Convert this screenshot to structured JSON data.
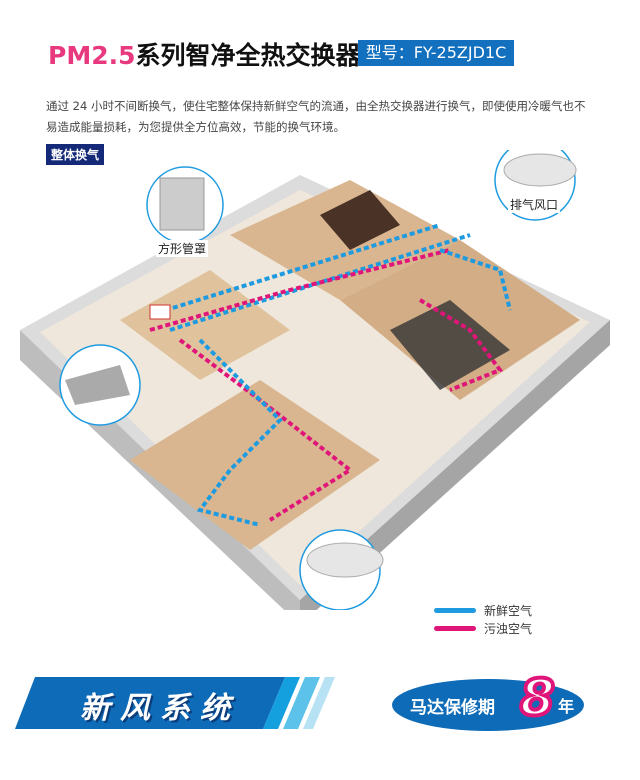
{
  "header": {
    "title_prefix": "PM2.5",
    "title_main": "系列智净全热交换器",
    "model": "型号：FY-25ZJD1C"
  },
  "description": "通过 24 小时不间断换气，使住宅整体保持新鲜空气的流通，由全热交换器进行换气，即使使用冷暖气也不易造成能量损耗，为您提供全方位高效，节能的换气环境。",
  "section_tag": "整体换气",
  "callouts": {
    "square_hood": "方形管罩",
    "exhaust_vent": "排气风口"
  },
  "legend": [
    {
      "label": "新鲜空气",
      "color": "#1e9be0"
    },
    {
      "label": "污浊空气",
      "color": "#e0157a"
    }
  ],
  "banner": {
    "text": "新风系统"
  },
  "warranty": {
    "text": "马达保修期",
    "years": "8",
    "unit": "年"
  },
  "colors": {
    "accent": "#1270bf",
    "pink": "#e8397f",
    "navy": "#142a78"
  }
}
